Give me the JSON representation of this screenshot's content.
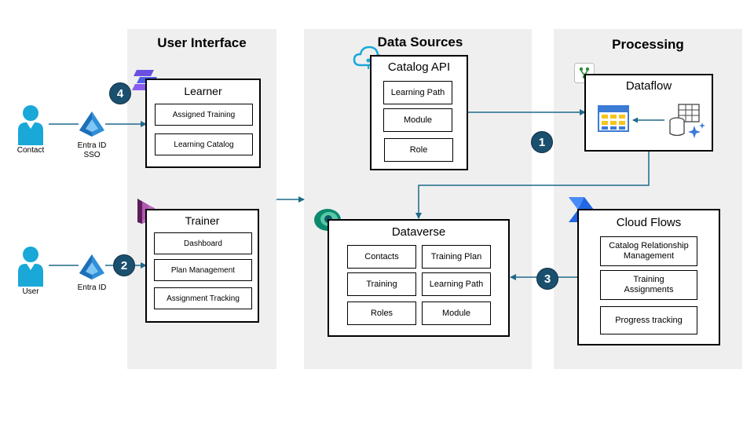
{
  "panels": {
    "user_interface": "User Interface",
    "data_sources": "Data Sources",
    "processing": "Processing"
  },
  "actors": {
    "contact": "Contact",
    "user": "User",
    "entra_sso_line1": "Entra ID",
    "entra_sso_line2": "SSO",
    "entra_id": "Entra ID"
  },
  "learner": {
    "title": "Learner",
    "items": [
      "Assigned Training",
      "Learning Catalog"
    ]
  },
  "trainer": {
    "title": "Trainer",
    "items": [
      "Dashboard",
      "Plan Management",
      "Assignment Tracking"
    ]
  },
  "catalog_api": {
    "title": "Catalog API",
    "items": [
      "Learning Path",
      "Module",
      "Role"
    ]
  },
  "dataverse": {
    "title": "Dataverse",
    "items": [
      "Contacts",
      "Training Plan",
      "Training",
      "Learning Path",
      "Roles",
      "Module"
    ]
  },
  "dataflow": {
    "title": "Dataflow"
  },
  "cloud_flows": {
    "title": "Cloud Flows",
    "items": [
      "Catalog Relationship Management",
      "Training Assignments",
      "Progress tracking"
    ]
  },
  "badges": [
    "1",
    "2",
    "3",
    "4"
  ],
  "colors": {
    "panel_bg": "#efefef",
    "arrow": "#1f6a8a",
    "badge": "#1b4f6e",
    "person": "#19a8d8",
    "entra": "#2f8fd8"
  },
  "icons": [
    "person-icon",
    "entra-id-icon",
    "power-pages-icon",
    "power-apps-icon",
    "cloud-api-icon",
    "dataverse-icon",
    "dataflow-icon",
    "power-automate-icon"
  ]
}
